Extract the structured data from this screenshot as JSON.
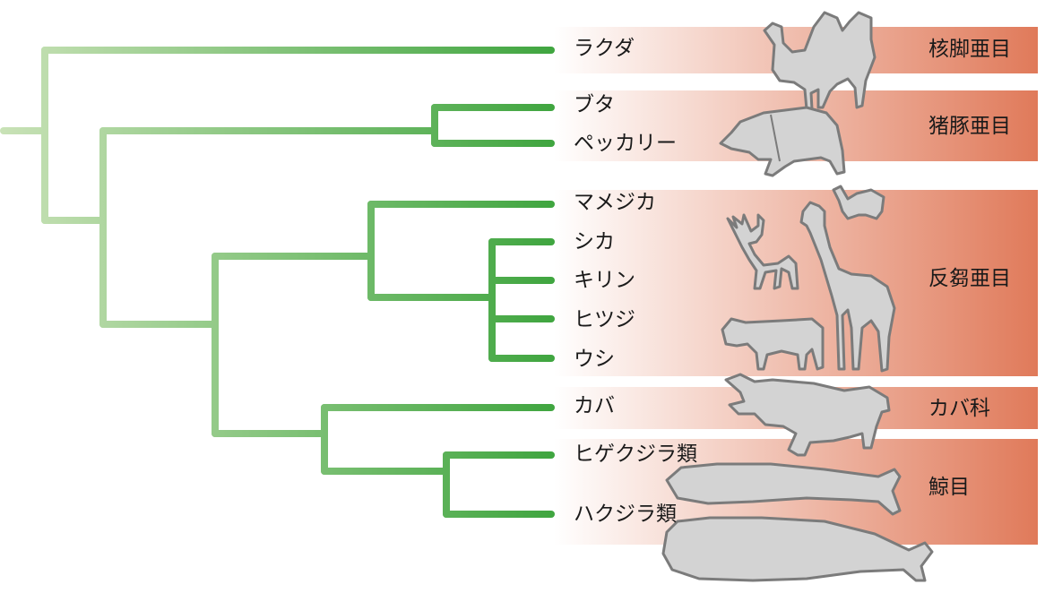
{
  "taxa": [
    "ラクダ",
    "ブタ",
    "ペッカリー",
    "マメジカ",
    "シカ",
    "キリン",
    "ヒツジ",
    "ウシ",
    "カバ",
    "ヒゲクジラ類",
    "ハクジラ類"
  ],
  "groups": [
    "核脚亜目",
    "猪豚亜目",
    "反芻亜目",
    "カバ科",
    "鯨目"
  ],
  "colors": {
    "band_start": "#ffffff",
    "band_end": "#e07a5a",
    "tree_light": "#c9e2b7",
    "tree_dark": "#3fa53f",
    "silhouette_fill": "#d3d3d3",
    "silhouette_stroke": "#7b7b7b"
  },
  "icons": [
    "camel-icon",
    "peccary-icon",
    "fawn-icon",
    "deer-icon",
    "giraffe-icon",
    "cow-icon",
    "hippo-icon",
    "baleen-whale-icon",
    "sperm-whale-icon"
  ]
}
